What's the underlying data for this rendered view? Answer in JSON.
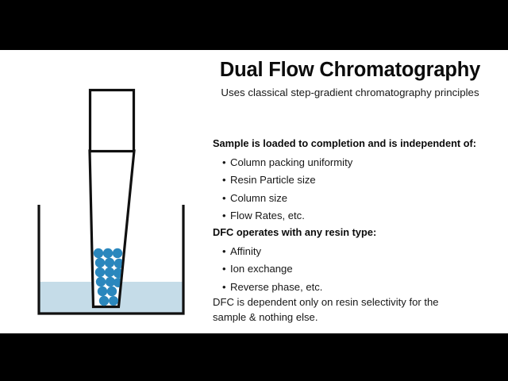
{
  "slide": {
    "title": "Dual Flow Chromatography",
    "subtitle": "Uses classical step-gradient chromatography principles",
    "sections": [
      {
        "heading": "Sample is loaded to completion and is independent of:",
        "bullets": [
          "Column packing uniformity",
          "Resin Particle size",
          "Column size",
          "Flow Rates, etc."
        ]
      },
      {
        "heading": "DFC operates with any resin type:",
        "bullets": [
          "Affinity",
          "Ion exchange",
          "Reverse phase, etc."
        ]
      }
    ],
    "closing": "DFC is dependent only on resin selectivity for the sample & nothing else.",
    "bullet_marker": "•"
  },
  "diagram": {
    "name": "dual-flow-chromatography-column-diagram",
    "parts": {
      "reservoir": "column-reservoir",
      "tapered_tube": "tapered-column-body",
      "resin_beads": "resin-bead-bed",
      "beaker": "collection-beaker",
      "buffer_liquid": "buffer-liquid"
    },
    "bead_count": 16,
    "bead_rows": [
      3,
      3,
      3,
      3,
      2,
      2
    ]
  },
  "colors": {
    "letterbox": "#000000",
    "slide_background": "#ffffff",
    "outline": "#101010",
    "title_text": "#0b0b0b",
    "body_text": "#171717",
    "resin_bead": "#2a87bd",
    "buffer_liquid": "#c5dce8"
  }
}
